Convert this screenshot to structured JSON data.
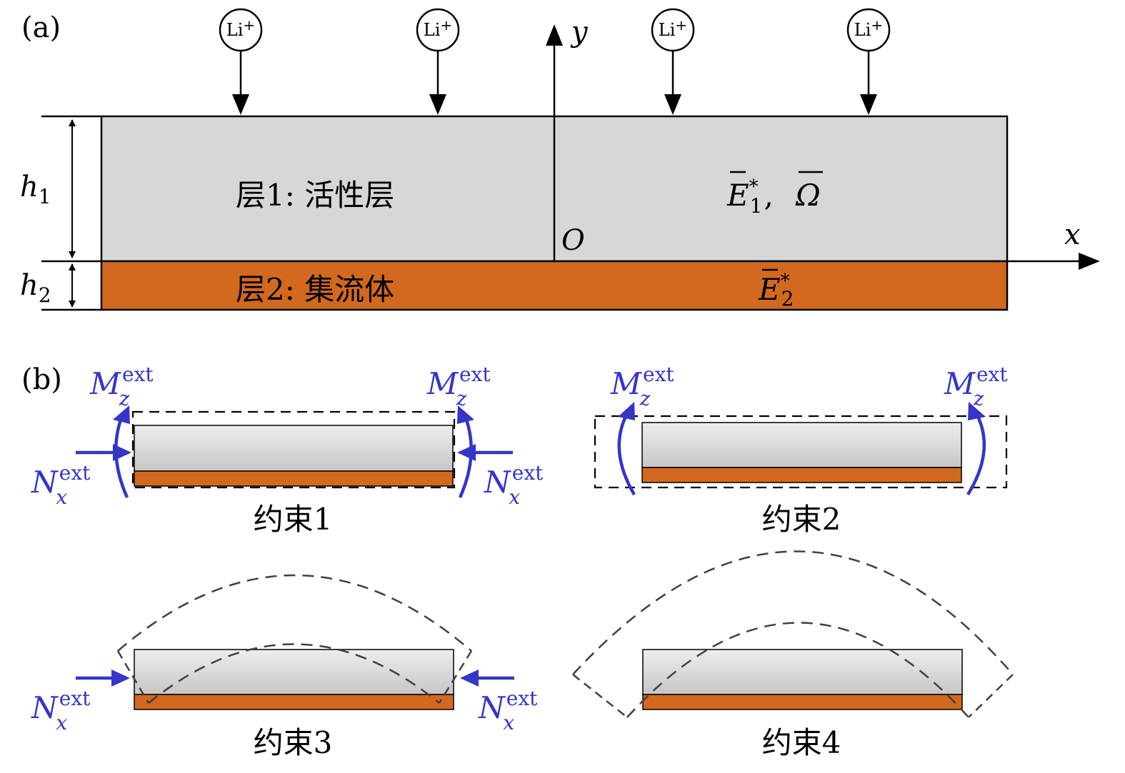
{
  "colors": {
    "active_layer": "#d7d7d7",
    "current_collector": "#d2691e",
    "load_blue": "#3535c8",
    "line": "#000000",
    "dashed": "#404040"
  },
  "panel_a": {
    "label": "(a)",
    "ion": {
      "base": "Li",
      "sup": "+"
    },
    "axis_y": "y",
    "axis_x": "x",
    "origin": "O",
    "h1": {
      "base": "h",
      "sub": "1"
    },
    "h2": {
      "base": "h",
      "sub": "2"
    },
    "layer1_label": "层1: 活性层",
    "layer2_label": "层2: 集流体",
    "layer1_props": {
      "E_base": "E",
      "E_sup": "*",
      "E_sub": "1",
      "sep": ",",
      "omega": "Ω"
    },
    "layer2_props": {
      "E_base": "E",
      "E_sup": "*",
      "E_sub": "2"
    }
  },
  "panel_b": {
    "label": "(b)",
    "moment": {
      "base": "M",
      "sup": "ext",
      "sub": "z"
    },
    "force": {
      "base": "N",
      "sup": "ext",
      "sub": "x"
    },
    "constraints": [
      "约束1",
      "约束2",
      "约束3",
      "约束4"
    ]
  }
}
